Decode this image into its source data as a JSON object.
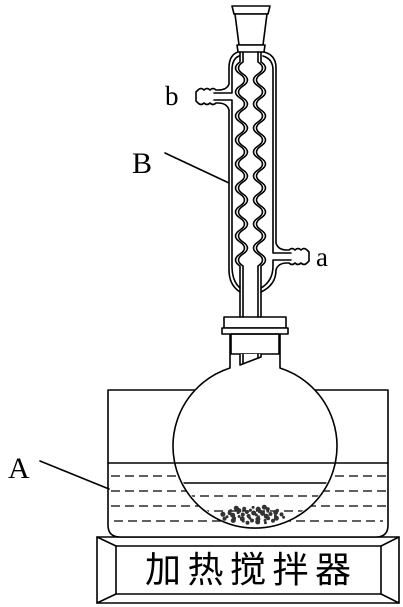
{
  "labels": {
    "upper_arm": "b",
    "condenser": "B",
    "lower_arm": "a",
    "bath": "A"
  },
  "heater": {
    "label": "加热搅拌器"
  },
  "colors": {
    "stopper": "#c8955f",
    "granules": "#333333"
  }
}
